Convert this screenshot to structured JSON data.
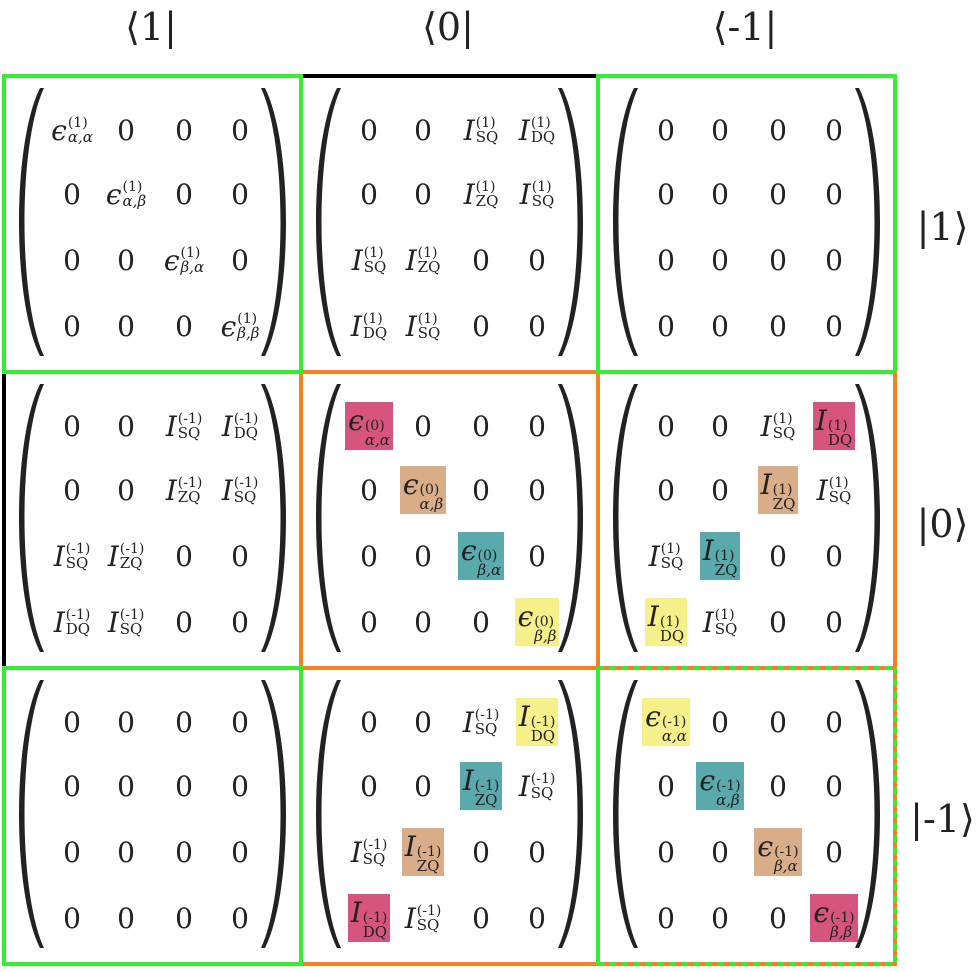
{
  "columns": [
    "⟨1|",
    "⟨0|",
    "⟨-1|"
  ],
  "rows": [
    "|1⟩",
    "|0⟩",
    "|-1⟩"
  ],
  "colors": {
    "green": "#33ee33",
    "orange": "#f5821f",
    "black": "#000000",
    "pink": "#d6557f",
    "tan": "#d9ad88",
    "teal": "#5aa9ad",
    "yellow": "#f5f08a"
  },
  "blocks": [
    {
      "row": 0,
      "col": 0,
      "cells": [
        [
          "eps:(1):α,α",
          "0",
          "0",
          "0"
        ],
        [
          "0",
          "eps:(1):α,β",
          "0",
          "0"
        ],
        [
          "0",
          "0",
          "eps:(1):β,α",
          "0"
        ],
        [
          "0",
          "0",
          "0",
          "eps:(1):β,β"
        ]
      ]
    },
    {
      "row": 0,
      "col": 1,
      "cells": [
        [
          "0",
          "0",
          "I:(1):SQ",
          "I:(1):DQ"
        ],
        [
          "0",
          "0",
          "I:(1):ZQ",
          "I:(1):SQ"
        ],
        [
          "I:(1):SQ",
          "I:(1):ZQ",
          "0",
          "0"
        ],
        [
          "I:(1):DQ",
          "I:(1):SQ",
          "0",
          "0"
        ]
      ]
    },
    {
      "row": 0,
      "col": 2,
      "cells": [
        [
          "0",
          "0",
          "0",
          "0"
        ],
        [
          "0",
          "0",
          "0",
          "0"
        ],
        [
          "0",
          "0",
          "0",
          "0"
        ],
        [
          "0",
          "0",
          "0",
          "0"
        ]
      ]
    },
    {
      "row": 1,
      "col": 0,
      "cells": [
        [
          "0",
          "0",
          "I:(-1):SQ",
          "I:(-1):DQ"
        ],
        [
          "0",
          "0",
          "I:(-1):ZQ",
          "I:(-1):SQ"
        ],
        [
          "I:(-1):SQ",
          "I:(-1):ZQ",
          "0",
          "0"
        ],
        [
          "I:(-1):DQ",
          "I:(-1):SQ",
          "0",
          "0"
        ]
      ]
    },
    {
      "row": 1,
      "col": 1,
      "cells": [
        [
          "eps:(0):α,α:pink",
          "0",
          "0",
          "0"
        ],
        [
          "0",
          "eps:(0):α,β:tan",
          "0",
          "0"
        ],
        [
          "0",
          "0",
          "eps:(0):β,α:teal",
          "0"
        ],
        [
          "0",
          "0",
          "0",
          "eps:(0):β,β:yellow"
        ]
      ]
    },
    {
      "row": 1,
      "col": 2,
      "cells": [
        [
          "0",
          "0",
          "I:(1):SQ",
          "I:(1):DQ:pink"
        ],
        [
          "0",
          "0",
          "I:(1):ZQ:tan",
          "I:(1):SQ"
        ],
        [
          "I:(1):SQ",
          "I:(1):ZQ:teal",
          "0",
          "0"
        ],
        [
          "I:(1):DQ:yellow",
          "I:(1):SQ",
          "0",
          "0"
        ]
      ]
    },
    {
      "row": 2,
      "col": 0,
      "cells": [
        [
          "0",
          "0",
          "0",
          "0"
        ],
        [
          "0",
          "0",
          "0",
          "0"
        ],
        [
          "0",
          "0",
          "0",
          "0"
        ],
        [
          "0",
          "0",
          "0",
          "0"
        ]
      ]
    },
    {
      "row": 2,
      "col": 1,
      "cells": [
        [
          "0",
          "0",
          "I:(-1):SQ",
          "I:(-1):DQ:yellow"
        ],
        [
          "0",
          "0",
          "I:(-1):ZQ:teal",
          "I:(-1):SQ"
        ],
        [
          "I:(-1):SQ",
          "I:(-1):ZQ:tan",
          "0",
          "0"
        ],
        [
          "I:(-1):DQ:pink",
          "I:(-1):SQ",
          "0",
          "0"
        ]
      ]
    },
    {
      "row": 2,
      "col": 2,
      "cells": [
        [
          "eps:(-1):α,α:yellow",
          "0",
          "0",
          "0"
        ],
        [
          "0",
          "eps:(-1):α,β:teal",
          "0",
          "0"
        ],
        [
          "0",
          "0",
          "eps:(-1):β,α:tan",
          "0"
        ],
        [
          "0",
          "0",
          "0",
          "eps:(-1):β,β:pink"
        ]
      ]
    }
  ]
}
